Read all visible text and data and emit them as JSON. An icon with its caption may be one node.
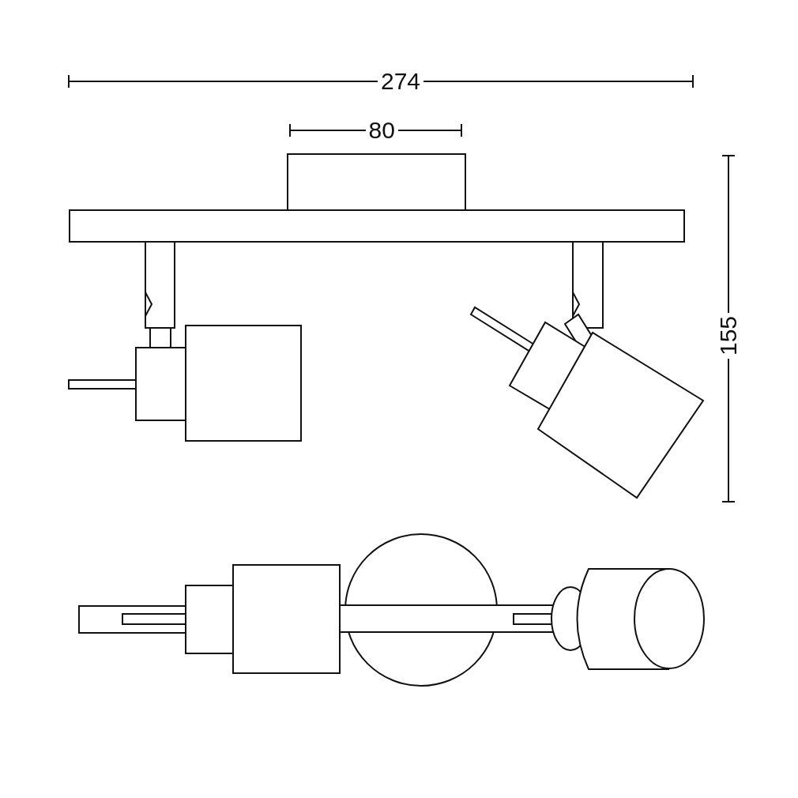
{
  "diagram": {
    "labels": [
      "274",
      "80",
      "155"
    ]
  }
}
